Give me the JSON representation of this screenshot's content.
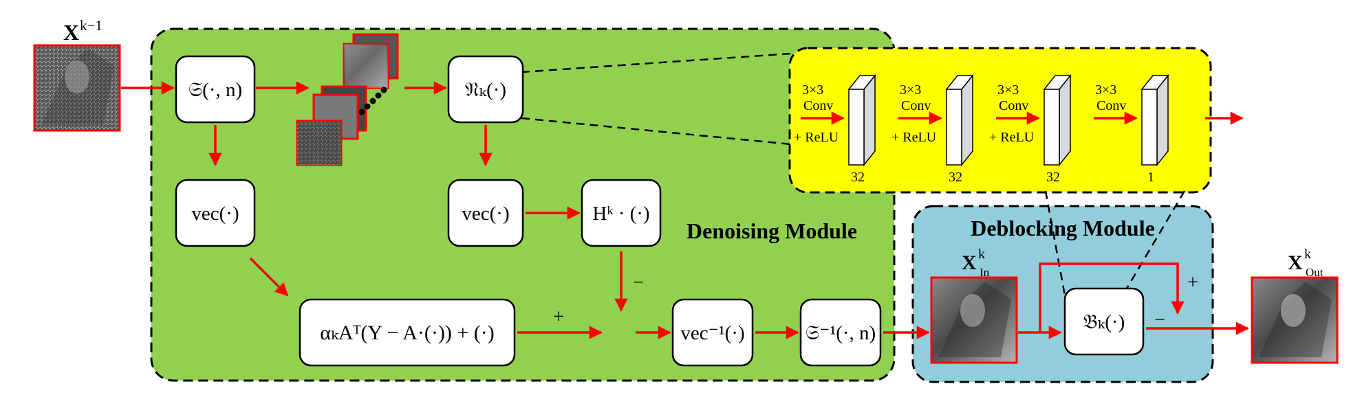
{
  "colors": {
    "denoise_bg": "#92d050",
    "deblock_bg": "#92cddc",
    "cnn_bg": "#ffff00",
    "arrow": "#ff0000",
    "image_border": "#ff0000",
    "dashed": "#000000"
  },
  "inputs": {
    "x_prev": {
      "base": "X",
      "sup": "k−1"
    },
    "x_in": {
      "base": "X",
      "sup": "k",
      "sub": "In"
    },
    "x_out": {
      "base": "X",
      "sup": "k",
      "sub": "Out"
    }
  },
  "modules": {
    "denoising": "Denoising Module",
    "deblocking": "Deblocking Module"
  },
  "blocks": {
    "sampler": "𝔖(·, n)",
    "vec1": "vec(·)",
    "network": "𝔑ₖ(·)",
    "vec2": "vec(·)",
    "h_op": "Hᵏ · (·)",
    "gradient": "αₖAᵀ(Y − A·(·)) + (·)",
    "vec_inv": "vec⁻¹(·)",
    "sampler_inv": "𝔖⁻¹(·, n)",
    "deblock": "𝔅ₖ(·)"
  },
  "signs": {
    "plus_main": "+",
    "minus_main": "−",
    "plus_deblock": "+",
    "minus_deblock": "−"
  },
  "cnn": {
    "layers": [
      {
        "op_line1": "3×3",
        "op_line2": "Conv",
        "relu": "+ ReLU",
        "channels": "32"
      },
      {
        "op_line1": "3×3",
        "op_line2": "Conv",
        "relu": "+ ReLU",
        "channels": "32"
      },
      {
        "op_line1": "3×3",
        "op_line2": "Conv",
        "relu": "+ ReLU",
        "channels": "32"
      },
      {
        "op_line1": "3×3",
        "op_line2": "Conv",
        "relu": "",
        "channels": "1"
      }
    ]
  },
  "images": {
    "x_prev": "lena-noisy-image",
    "patches": "image-patches",
    "x_in": "lena-blocky-image",
    "x_out": "lena-output-image"
  }
}
